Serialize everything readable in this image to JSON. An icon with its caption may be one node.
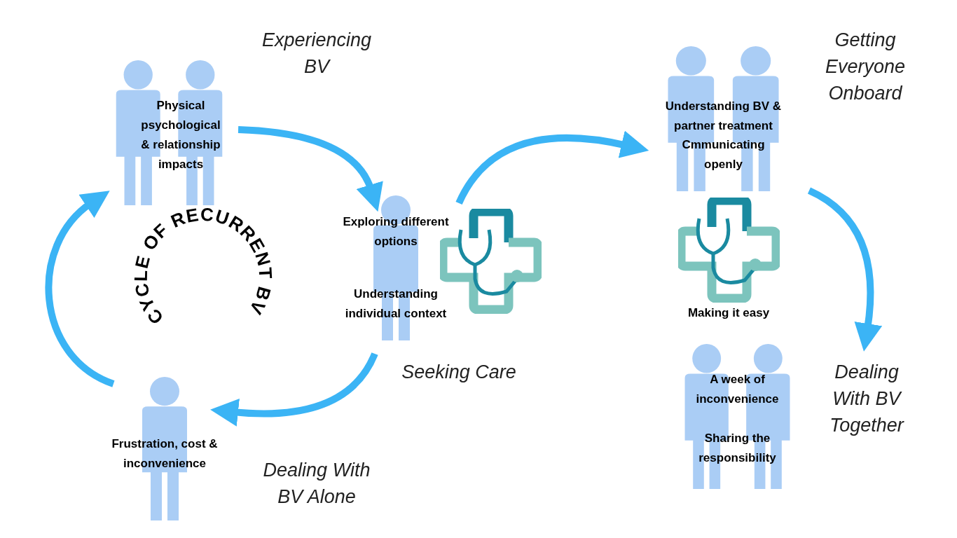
{
  "diagram": {
    "nodes": [
      {
        "text": [
          "Physical psychological & relationship impacts"
        ],
        "beside": [
          "Experiencing BV"
        ]
      },
      {
        "text": [
          "Exploring different options",
          "Understanding individual context"
        ],
        "beside": [
          "Seeking Care"
        ]
      },
      {
        "text": [
          "Understanding BV & partner treatment",
          "Cmmunicating openly"
        ],
        "beside": [
          "Getting Everyone Onboard"
        ]
      },
      {
        "text": [
          "A week of inconvenience",
          "Sharing the responsibility"
        ],
        "beside": [
          "Dealing With BV Together"
        ]
      },
      {
        "text": [
          "Frustration, cost & inconvenience"
        ]
      }
    ],
    "edges": [
      {
        "from": 0,
        "to": 1,
        "arrow": "to"
      },
      {
        "from": 1,
        "to": 2,
        "arrow": "to"
      },
      {
        "from": 2,
        "to": 3,
        "arrow": "to"
      },
      {
        "from": 1,
        "to": 4,
        "arrow": "to"
      },
      {
        "from": 4,
        "to": 0,
        "arrow": "to"
      }
    ],
    "labels": [
      "CYCLE OF RECURRENT BV",
      "Making it easy",
      "Dealing With BV Alone"
    ]
  }
}
